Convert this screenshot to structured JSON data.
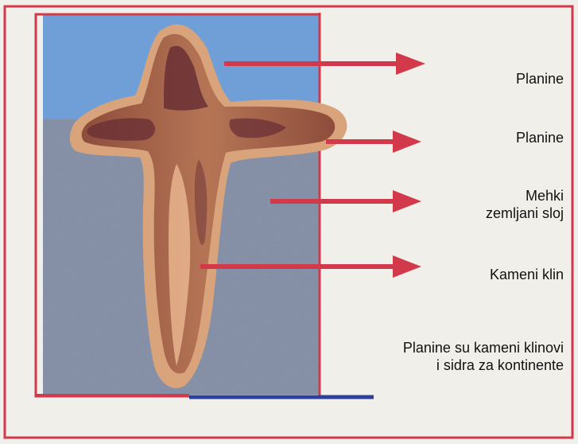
{
  "labels": [
    {
      "lines": [
        "Planine"
      ]
    },
    {
      "lines": [
        "Planine"
      ]
    },
    {
      "lines": [
        "Mehki",
        "zemljani sloj"
      ]
    },
    {
      "lines": [
        "Kameni klin"
      ]
    }
  ],
  "caption": {
    "lines": [
      "Planine su kameni klinovi",
      "i sidra za kontinente"
    ]
  },
  "colors": {
    "border": "#d23a4b",
    "sky": "#6f9fd6",
    "ground": "#8b96ad",
    "rock_light": "#d9a47c",
    "rock_mid": "#a86a4c",
    "rock_dark": "#6a2f35",
    "arrow": "#d23a4b",
    "base_line": "#2c3f9a"
  }
}
